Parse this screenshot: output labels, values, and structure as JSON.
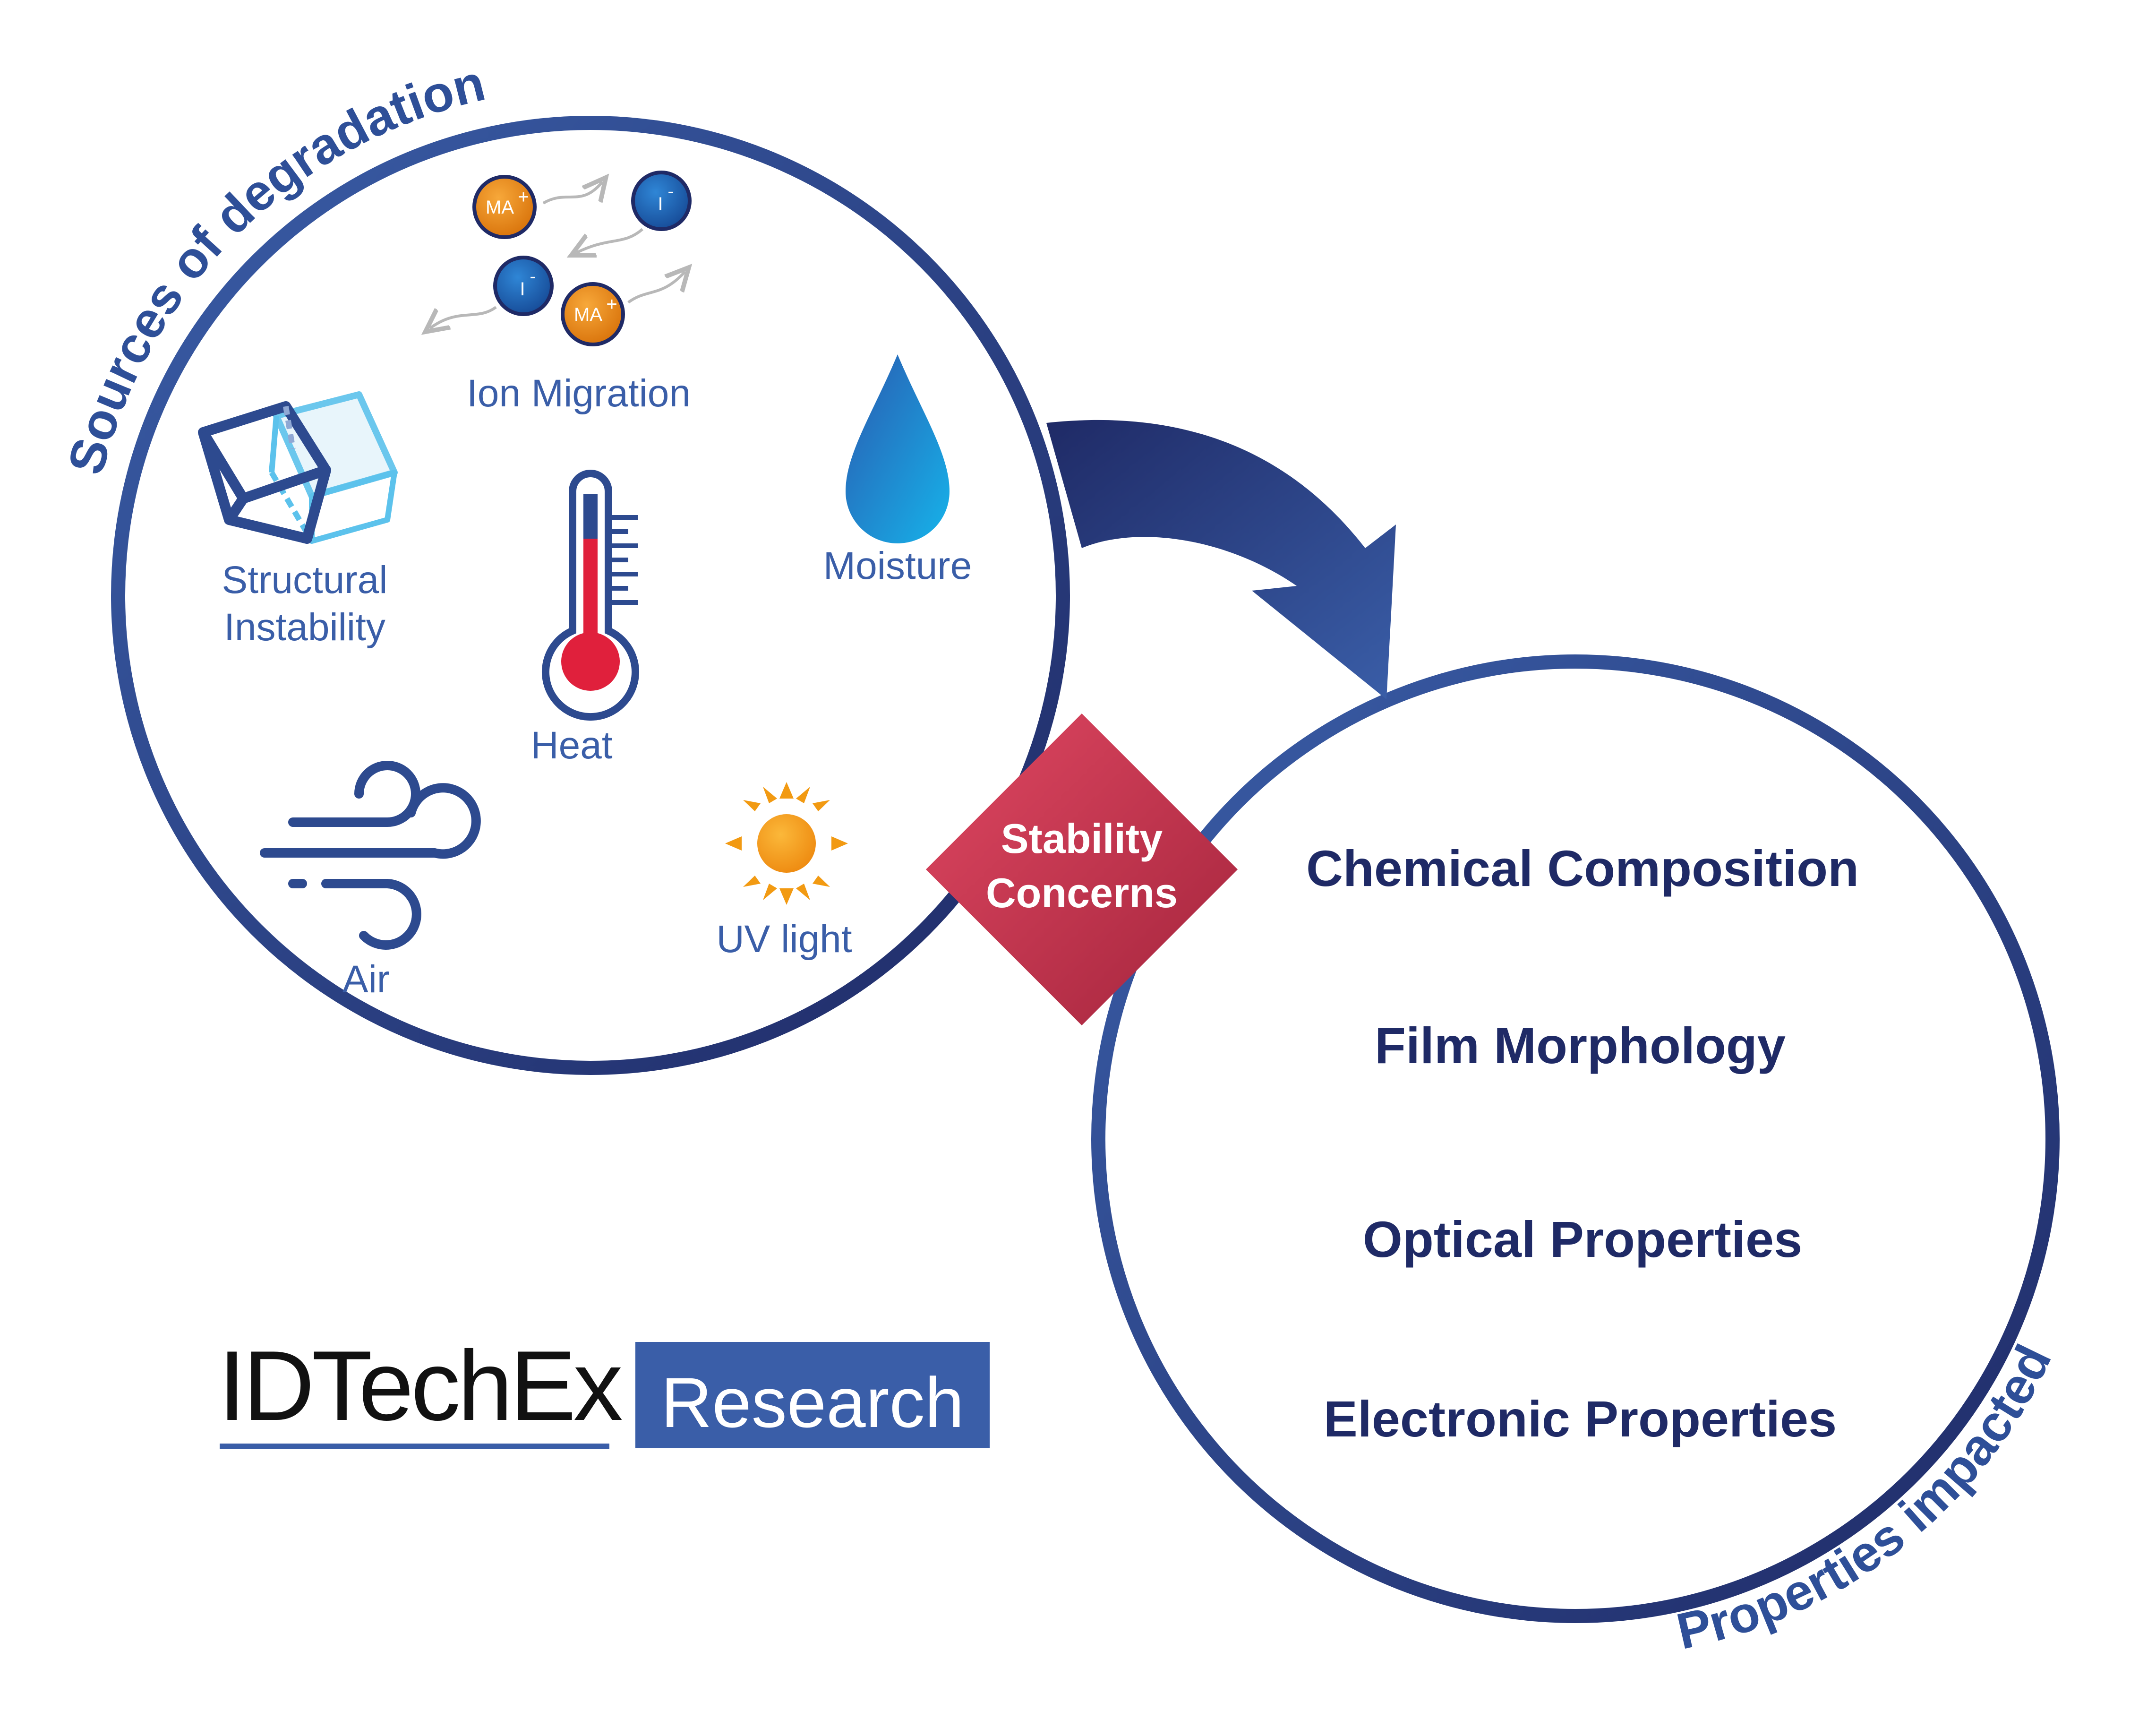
{
  "left_circle": {
    "title": "Sources of degradation",
    "items": {
      "ion_migration": "Ion Migration",
      "structural_line1": "Structural",
      "structural_line2": "Instability",
      "moisture": "Moisture",
      "heat": "Heat",
      "air": "Air",
      "uv_light": "UV light"
    },
    "ions": {
      "ma": "MA",
      "ma_charge": "+",
      "iodide": "I",
      "iodide_charge": "-"
    }
  },
  "center": {
    "line1": "Stability",
    "line2": "Concerns"
  },
  "right_circle": {
    "title": "Properties impacted",
    "items": [
      "Chemical Composition",
      "Film Morphology",
      "Optical Properties",
      "Electronic Properties"
    ]
  },
  "logo": {
    "brand": "IDTechEx",
    "tag": "Research"
  },
  "colors": {
    "ring": "#2d4a8f",
    "ring_dark": "#1f2a66",
    "diamond": "#c9354f",
    "logo_box": "#3a5ea8",
    "water": "#1a8fd6",
    "sun": "#f29a12",
    "ion_orange": "#f08a0f",
    "ion_blue": "#1c5fb0",
    "thermo_red": "#e0203c"
  }
}
